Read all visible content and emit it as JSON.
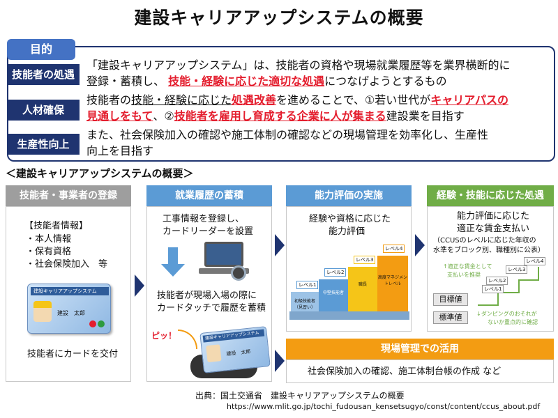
{
  "title": "建設キャリアアップシステムの概要",
  "purpose": {
    "tab": "目的",
    "rows": [
      {
        "label": "技能者の処遇",
        "t1": "「建設キャリアアップシステム」は、技能者の資格や現場就業履歴等を業界横断的に",
        "t2": "登録・蓄積し、",
        "t3": "技能・経験に応じた適切な処遇",
        "t4": "につなげようとするもの"
      },
      {
        "label": "人材確保",
        "t1": "技能者の",
        "t2": "技能・経験に応じた",
        "t3": "処遇改善",
        "t4": "を進めることで、①若い世代が",
        "t5": "キャリアパスの",
        "t6": "見通しをもて",
        "t7": "、②",
        "t8": "技能者を雇用し育成する企業に人が集まる",
        "t9": "建設業を目指す"
      },
      {
        "label": "生産性向上",
        "t1": "また、社会保険加入の確認や施工体制の確認などの現場管理を効率化し、生産性",
        "t2": "向上を目指す"
      }
    ]
  },
  "overview_title": "＜建設キャリアアップシステムの概要＞",
  "columns": {
    "c1": {
      "header": "技能者・事業者の登録",
      "info_title": "【技能者情報】",
      "info_items": [
        "・本人情報",
        "・保有資格",
        "・社会保険加入　等"
      ],
      "card_title": "建設キャリアアップシステム",
      "card_name": "建設　太郎",
      "caption": "技能者にカードを交付"
    },
    "c2": {
      "header": "就業履歴の蓄積",
      "line1": "工事情報を登録し、",
      "line2": "カードリーダーを設置",
      "line3": "技能者が現場入場の際に",
      "line4": "カードタッチで履歴を蓄積",
      "beep": "ピッ！",
      "card_title": "建設キャリアアップシステム",
      "card_name": "建設　太郎"
    },
    "c3": {
      "header": "能力評価の実施",
      "line1": "経験や資格に応じた",
      "line2": "能力評価",
      "levels": [
        "レベル1",
        "レベル2",
        "レベル3",
        "レベル4"
      ],
      "tier_labels": [
        "初級技能者（見習い）",
        "中堅技能者",
        "職長",
        "高度マネジメントレベル"
      ]
    },
    "c4": {
      "header": "経験・技能に応じた処遇",
      "line1": "能力評価に応じた",
      "line2": "適正な賃金支払い",
      "line3": "（CCUSのレベルに応じた年収の",
      "line4": "水準をブロック別、職種別に公表）",
      "note_up1": "↑適正な賃金として",
      "note_up2": "支払いを推奨",
      "box1": "目標値",
      "box2": "標準値",
      "note_down1": "↓ダンピングのおそれが",
      "note_down2": "ないか重点的に確認",
      "levels": [
        "レベル1",
        "レベル2",
        "レベル3",
        "レベル4"
      ]
    },
    "c5": {
      "header": "現場管理での活用",
      "body": "社会保険加入の確認、施工体制台帳の作成 など"
    }
  },
  "source": "出典：国土交通省　建設キャリアアップシステムの概要",
  "url": "https://www.mlit.go.jp/tochi_fudousan_kensetsugyo/const/content/ccus_about.pdf",
  "colors": {
    "navy": "#1f3470",
    "blue_tab": "#4472c4",
    "gray_header": "#9e9e9e",
    "blue_header": "#5b9bd5",
    "green_header": "#70ad47",
    "orange_header": "#f39c12",
    "red_text": "#e41e2e"
  }
}
